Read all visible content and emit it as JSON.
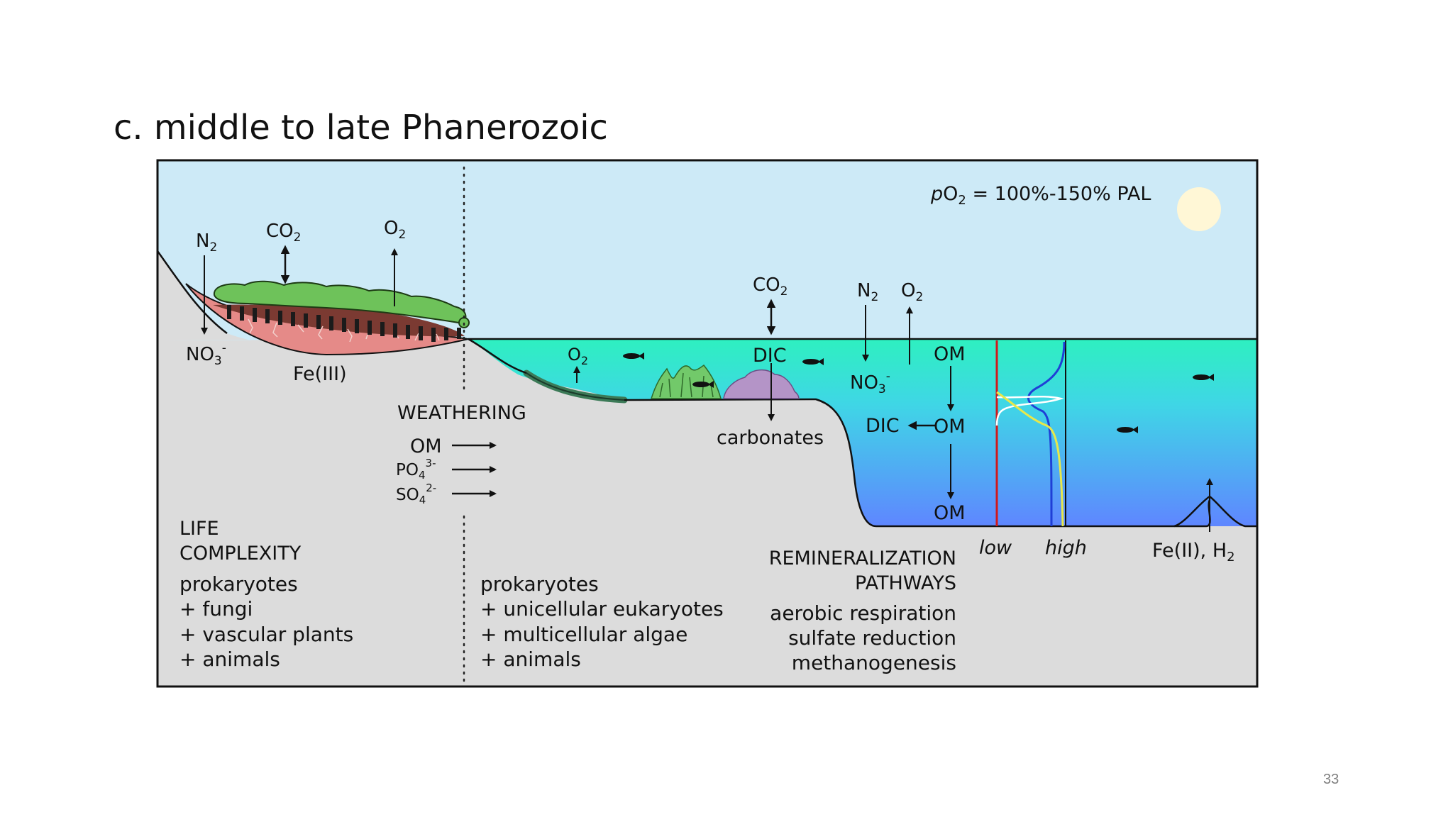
{
  "slide": {
    "title": "c. middle to late Phanerozoic",
    "page_number": "33"
  },
  "diagram": {
    "po2": {
      "italic": "p",
      "main": "O",
      "sub": "2",
      "rest": " = 100%-150% PAL"
    },
    "land": {
      "n2": {
        "main": "N",
        "sub": "2"
      },
      "co2": {
        "main": "CO",
        "sub": "2"
      },
      "o2": {
        "main": "O",
        "sub": "2"
      },
      "no3": {
        "main": "NO",
        "sub": "3",
        "sup": "-"
      },
      "fe3": "Fe(III)"
    },
    "weathering": {
      "heading": "WEATHERING",
      "om": "OM",
      "po4": {
        "main": "PO",
        "sub": "4",
        "sup": "3-"
      },
      "so4": {
        "main": "SO",
        "sub": "4",
        "sup": "2-"
      }
    },
    "shelf": {
      "o2": {
        "main": "O",
        "sub": "2"
      },
      "co2": {
        "main": "CO",
        "sub": "2"
      },
      "dic": "DIC",
      "carbonates": "carbonates"
    },
    "ocean": {
      "n2": {
        "main": "N",
        "sub": "2"
      },
      "o2": {
        "main": "O",
        "sub": "2"
      },
      "no3": {
        "main": "NO",
        "sub": "3",
        "sup": "-"
      },
      "om_top": "OM",
      "om_mid": "OM",
      "dic": "DIC",
      "om_bottom": "OM",
      "low": "low",
      "high": "high",
      "fe2_h2": {
        "main": "Fe(II), H",
        "sub": "2"
      }
    },
    "life": {
      "heading_line1": "LIFE",
      "heading_line2": "COMPLEXITY",
      "land_items": [
        "prokaryotes",
        "+ fungi",
        "+ vascular plants",
        "+ animals"
      ],
      "marine_items": [
        "prokaryotes",
        "+ unicellular eukaryotes",
        "+ multicellular algae",
        "+ animals"
      ]
    },
    "remineralization": {
      "heading_line1": "REMINERALIZATION",
      "heading_line2": "PATHWAYS",
      "items": [
        "aerobic respiration",
        "sulfate reduction",
        "methanogenesis"
      ]
    },
    "colors": {
      "sky": "#cdeaf7",
      "ground": "#dcdcdc",
      "water_top": "#2ef0c0",
      "water_bottom": "#5f86ff",
      "soil_red": "#e58a88",
      "soil_brown": "#7b3a32",
      "canopy": "#6ec25a",
      "sun": "#fff7d6",
      "profile_red": "#d0191b",
      "profile_blue": "#1f3fd6",
      "profile_yellow": "#e8e84a",
      "profile_white": "#ffffff"
    }
  }
}
